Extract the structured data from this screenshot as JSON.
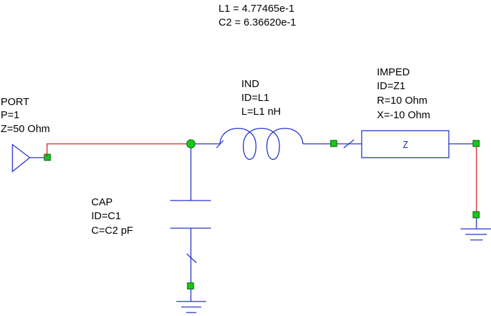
{
  "equations": {
    "line1": "L1 = 4.77465e-1",
    "line2": "C2 = 6.36620e-1"
  },
  "port": {
    "name": "PORT",
    "p": "P=1",
    "z": "Z=50 Ohm"
  },
  "inductor": {
    "name": "IND",
    "id": "ID=L1",
    "value": "L=L1 nH"
  },
  "impedance": {
    "name": "IMPED",
    "id": "ID=Z1",
    "r": "R=10 Ohm",
    "x": "X=-10 Ohm",
    "symbol": "Z"
  },
  "capacitor": {
    "name": "CAP",
    "id": "ID=C1",
    "value": "C=C2 pF"
  },
  "colors": {
    "wire": "#2030c8",
    "wire_connected": "#cc2020",
    "pin": "#18c818"
  }
}
